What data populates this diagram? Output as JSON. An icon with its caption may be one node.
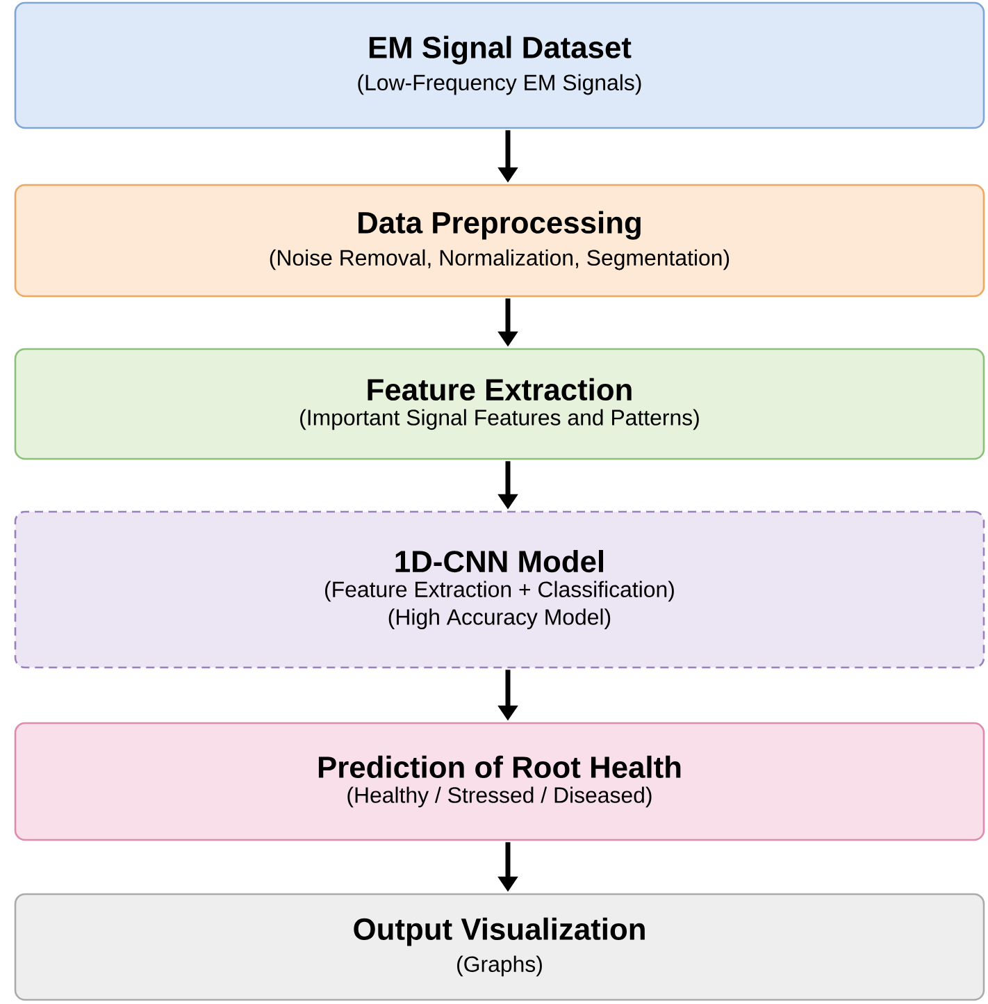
{
  "diagram": {
    "nodes": [
      {
        "text": [
          "EM Signal Dataset",
          "(Low-Frequency EM Signals)"
        ]
      },
      {
        "text": [
          "Data Preprocessing",
          "(Noise Removal, Normalization, Segmentation)"
        ]
      },
      {
        "text": [
          "Feature Extraction",
          "(Important Signal Features and Patterns)"
        ]
      },
      {
        "text": [
          "1D-CNN Model",
          "(Feature Extraction + Classification)",
          "(High Accuracy Model)"
        ]
      },
      {
        "text": [
          "Prediction of Root Health",
          "(Healthy / Stressed / Diseased)"
        ]
      },
      {
        "text": [
          "Output Visualization",
          "(Graphs)"
        ]
      }
    ],
    "edges": [
      {
        "from": 0,
        "to": 1,
        "arrow": "to"
      },
      {
        "from": 1,
        "to": 2,
        "arrow": "to"
      },
      {
        "from": 2,
        "to": 3,
        "arrow": "to"
      },
      {
        "from": 3,
        "to": 4,
        "arrow": "to"
      },
      {
        "from": 4,
        "to": 5,
        "arrow": "to"
      }
    ]
  }
}
